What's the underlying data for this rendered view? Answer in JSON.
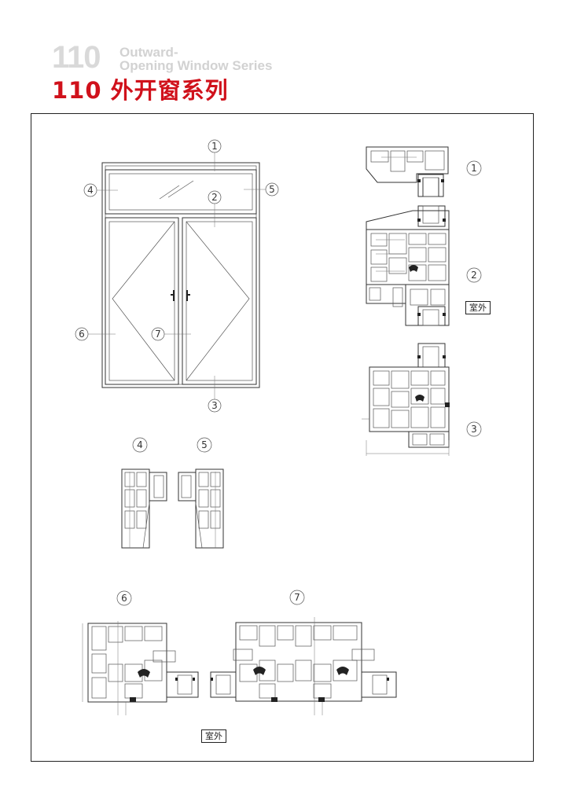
{
  "header": {
    "series_number": "110",
    "english_line1": "Outward-",
    "english_line2": "Opening Window Series",
    "chinese_title": "110 外开窗系列"
  },
  "elevation": {
    "callouts": [
      "1",
      "2",
      "3",
      "4",
      "5",
      "6",
      "7"
    ]
  },
  "sections": {
    "callouts_right": [
      "1",
      "2",
      "3"
    ],
    "callouts_mid": [
      "4",
      "5"
    ],
    "callouts_bottom": [
      "6",
      "7"
    ],
    "exterior_label_right": "室外",
    "exterior_label_bottom": "室外"
  },
  "colors": {
    "title_red": "#d0111b",
    "header_gray": "#d2d2d2",
    "line": "#333333"
  }
}
